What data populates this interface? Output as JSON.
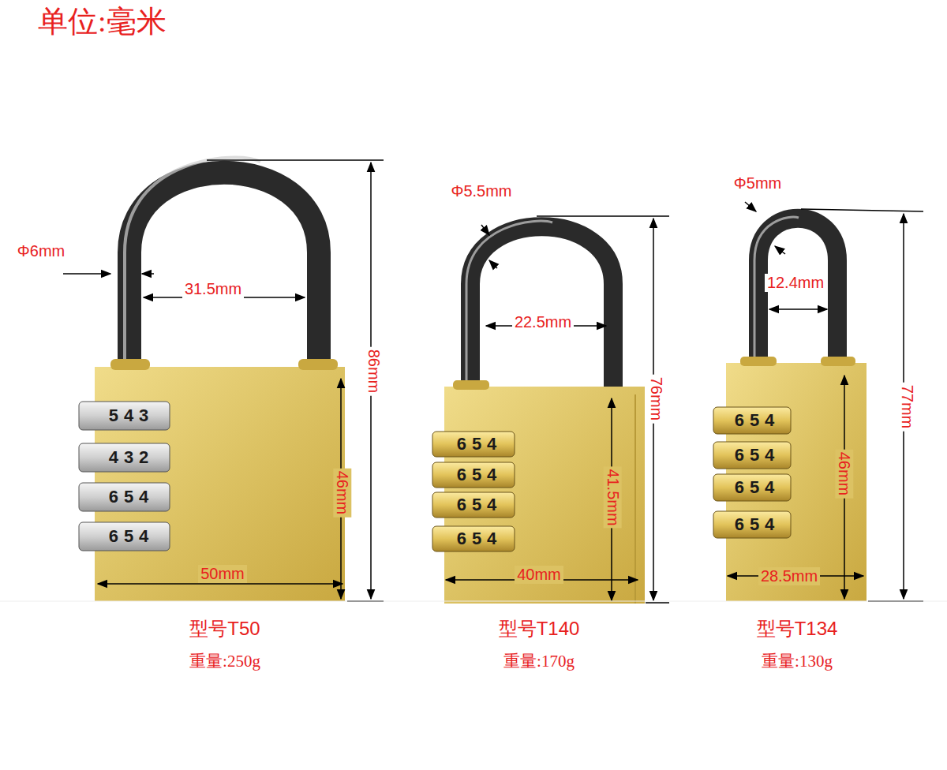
{
  "diagram": {
    "title": "单位:毫米",
    "labels": [
      "Φ6mm",
      "31.5mm",
      "86mm",
      "46mm",
      "50mm",
      "型号T50",
      "重量:250g",
      "543",
      "432",
      "654",
      "654",
      "Φ5.5mm",
      "22.5mm",
      "76mm",
      "41.5mm",
      "40mm",
      "型号T140",
      "重量:170g",
      "654",
      "654",
      "654",
      "654",
      "Φ5mm",
      "12.4mm",
      "77mm",
      "46mm",
      "28.5mm",
      "型号T134",
      "重量:130g",
      "654",
      "654",
      "654",
      "654"
    ]
  }
}
